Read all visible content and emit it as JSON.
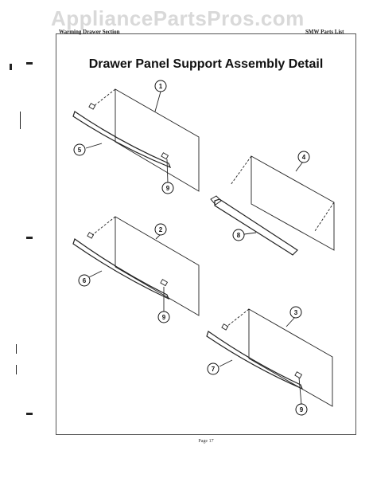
{
  "watermark": "AppliancePartsPros.com",
  "header": {
    "left": "Warming Drawer Section",
    "right": "SMW Parts List"
  },
  "title": "Drawer Panel Support Assembly Detail",
  "footer": "Page 17",
  "callouts": {
    "c1": "1",
    "c2": "2",
    "c3": "3",
    "c4": "4",
    "c5": "5",
    "c6": "6",
    "c7": "7",
    "c8": "8",
    "c9a": "9",
    "c9b": "9",
    "c9c": "9"
  }
}
